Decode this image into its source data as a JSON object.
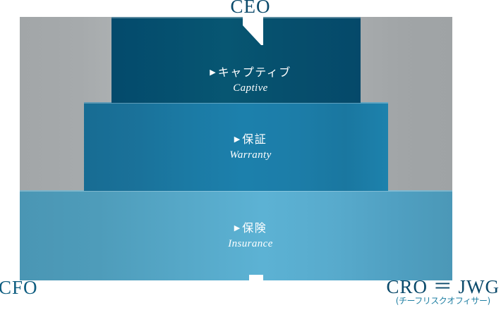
{
  "diagram": {
    "title_top": "CEO",
    "tiers": [
      {
        "id": "captive",
        "jp": "キャプティブ",
        "en": "Captive",
        "caret": "▶",
        "color": "#064e6e",
        "level": 1
      },
      {
        "id": "warranty",
        "jp": "保証",
        "en": "Warranty",
        "caret": "▶",
        "color": "#1b7aa4",
        "level": 2
      },
      {
        "id": "insurance",
        "jp": "保険",
        "en": "Insurance",
        "caret": "▶",
        "color": "#56a8c8",
        "level": 3
      }
    ],
    "footer": {
      "left_label": "CFO",
      "right_label": "CRO ＝ JWG",
      "right_sublabel": "(チーフリスクオフィサー)"
    },
    "colors": {
      "backdrop_gray": "#a9adaf",
      "tier_dark_blue": "#064e6e",
      "tier_mid_blue": "#1b7aa4",
      "tier_light_blue": "#56a8c8",
      "label_navy": "#0b4a6b",
      "label_teal": "#1f7fa3",
      "page_background": "#ffffff"
    }
  }
}
